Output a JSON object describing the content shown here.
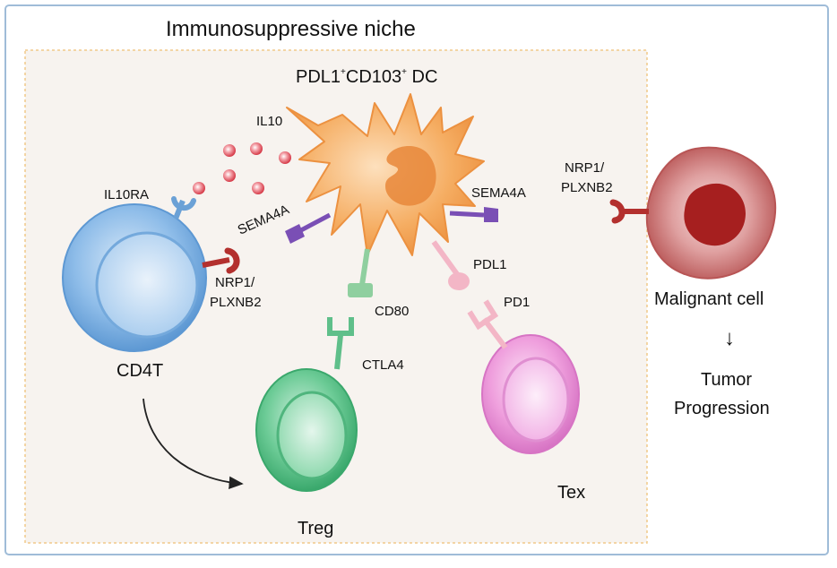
{
  "title": "Immunosuppressive niche",
  "dc_label": {
    "main": "PDL1",
    "sup1": "+",
    "mid": "CD103",
    "sup2": "+",
    "tail": " DC"
  },
  "labels": {
    "il10": "IL10",
    "il10ra": "IL10RA",
    "sema4a_left": "SEMA4A",
    "sema4a_right": "SEMA4A",
    "nrp1_left_line1": "NRP1/",
    "nrp1_left_line2": "PLXNB2",
    "nrp1_right_line1": "NRP1/",
    "nrp1_right_line2": "PLXNB2",
    "pdl1": "PDL1",
    "pd1": "PD1",
    "cd80": "CD80",
    "ctla4": "CTLA4",
    "cd4t": "CD4T",
    "treg": "Treg",
    "tex": "Tex",
    "malignant_cell": "Malignant cell",
    "arrow_down": "↓",
    "tumor_line1": "Tumor",
    "tumor_line2": "Progression"
  },
  "colors": {
    "frame": "#9fbcd8",
    "niche_border": "#f0c98a",
    "niche_fill": "#f7f3ef",
    "dc": "#f29c4a",
    "dc_nucleus": "#e8873a",
    "il10_dot": "#d94452",
    "receptor_blue": "#6ba1d6",
    "cd4t": "#7fb2e3",
    "treg": "#5fbf8a",
    "tex": "#e98cd3",
    "malignant": "#c0605f",
    "malignant_core": "#a61f1f",
    "sema4a": "#7a4fb5",
    "nrp1": "#b3302e",
    "pdl1": "#f3b6c6",
    "cd80": "#8fcf9f",
    "arrow": "#222222"
  }
}
